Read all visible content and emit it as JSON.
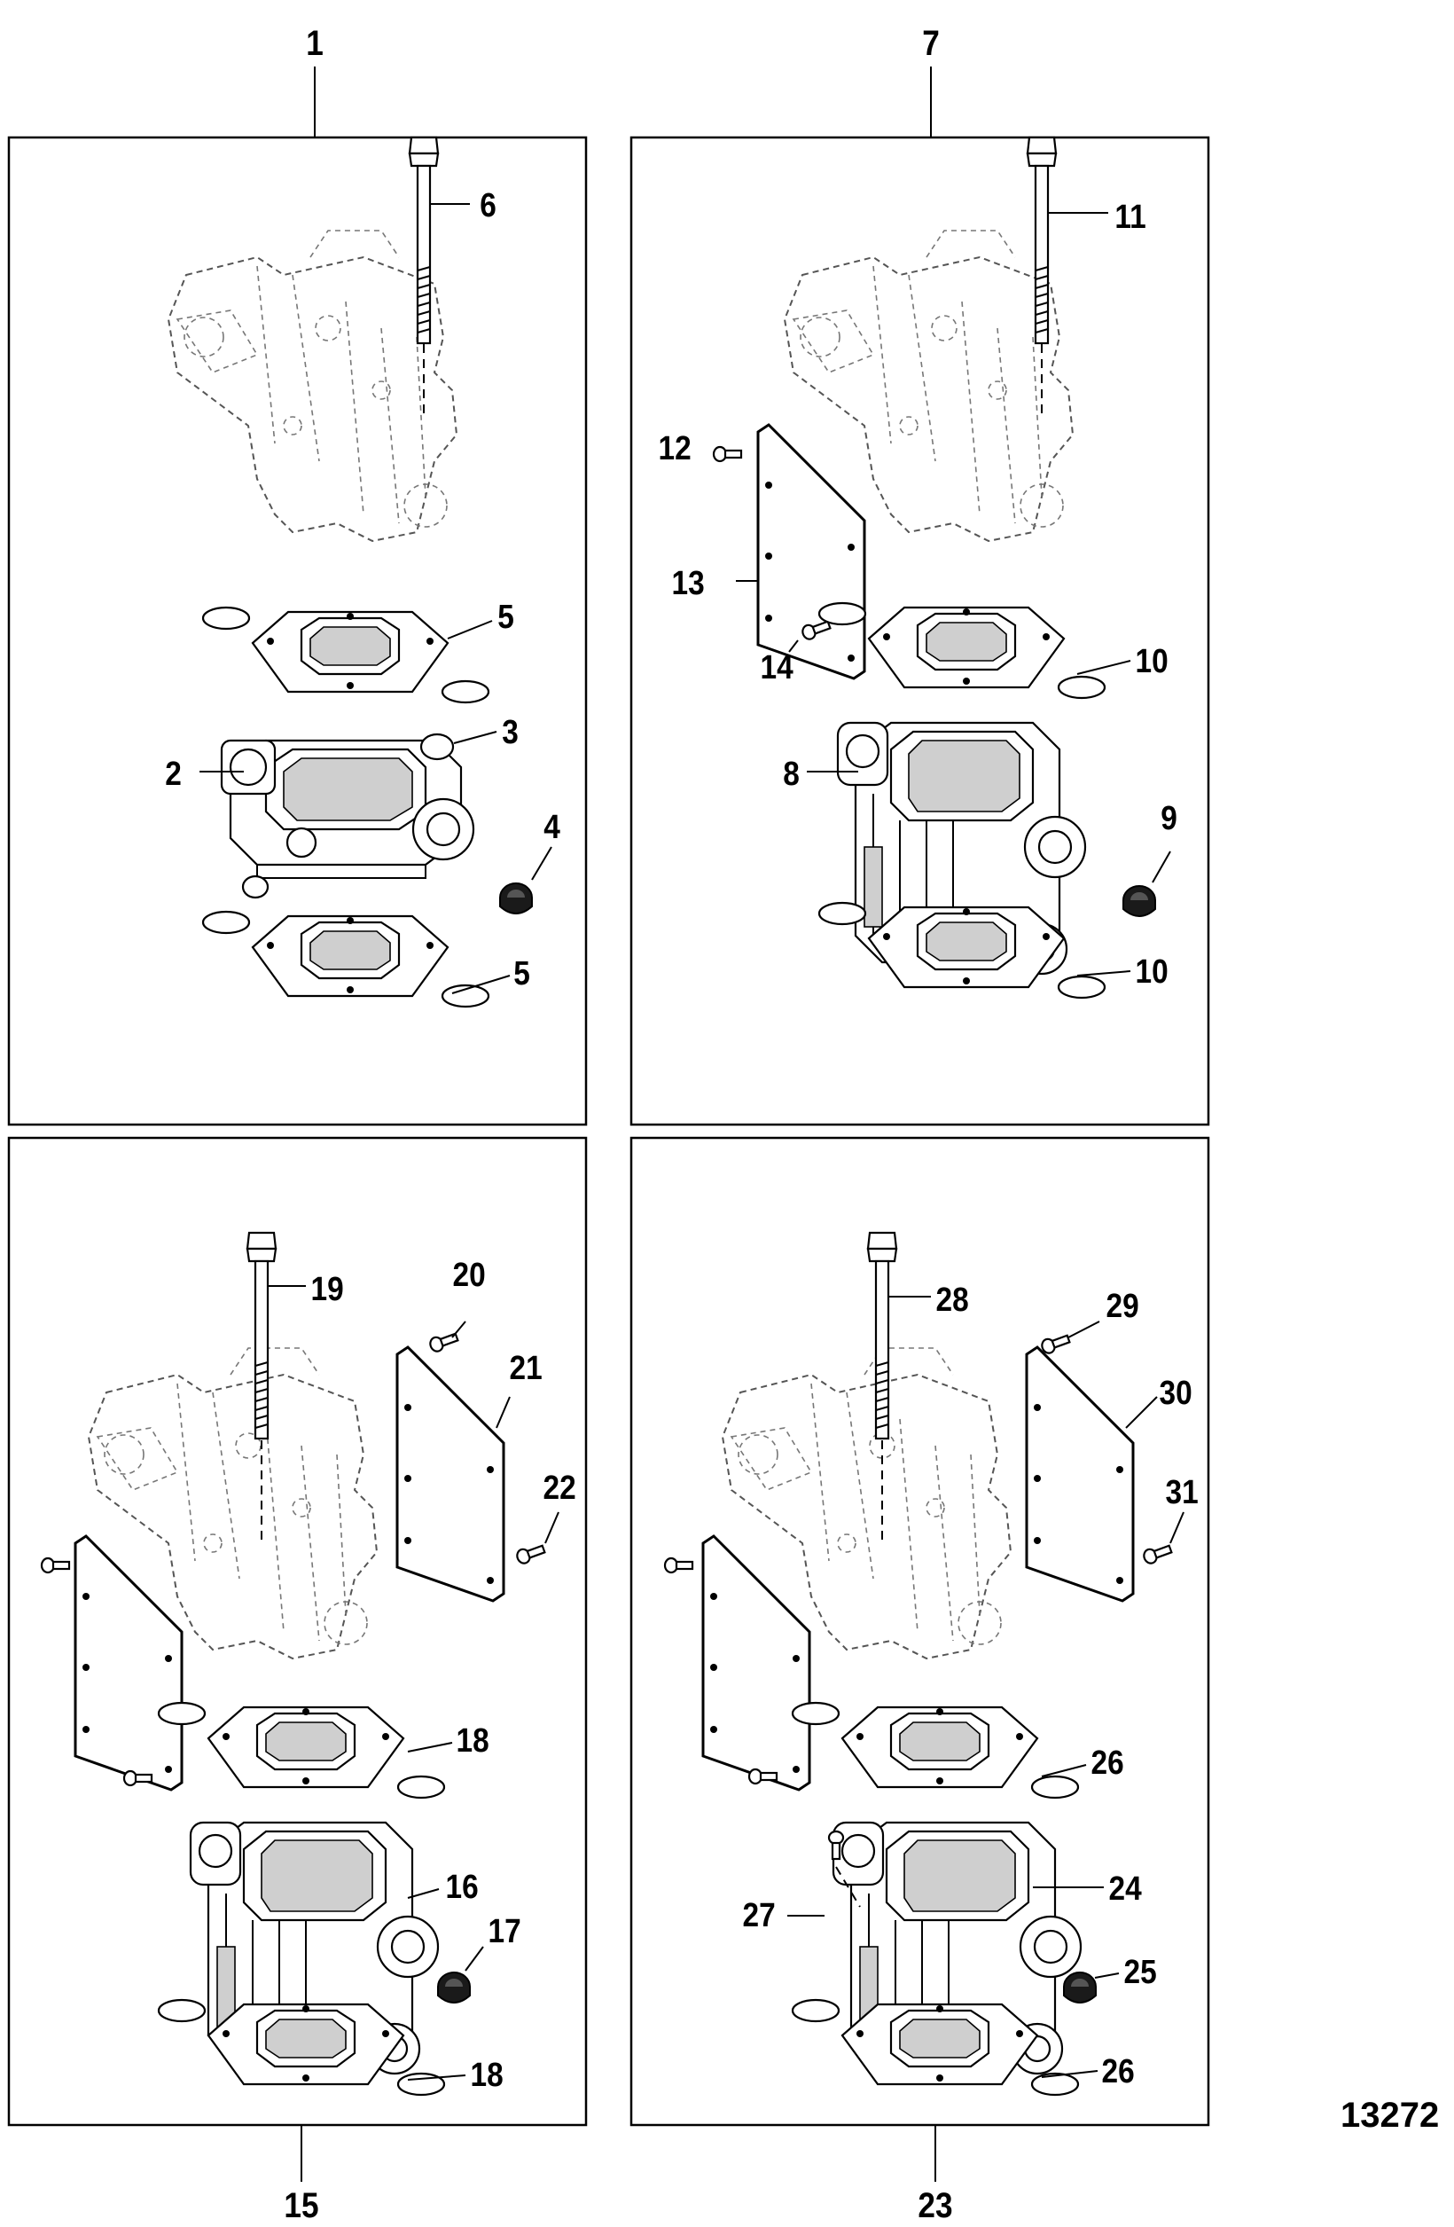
{
  "figure_id": "13272",
  "panels": [
    {
      "label": "1",
      "callouts": [
        {
          "id": "6"
        },
        {
          "id": "5a",
          "text": "5"
        },
        {
          "id": "3"
        },
        {
          "id": "2"
        },
        {
          "id": "4"
        },
        {
          "id": "5b",
          "text": "5"
        }
      ]
    },
    {
      "label": "7",
      "callouts": [
        {
          "id": "11"
        },
        {
          "id": "12"
        },
        {
          "id": "13"
        },
        {
          "id": "14"
        },
        {
          "id": "10a",
          "text": "10"
        },
        {
          "id": "8"
        },
        {
          "id": "9"
        },
        {
          "id": "10b",
          "text": "10"
        }
      ]
    },
    {
      "label": "15",
      "callouts": [
        {
          "id": "19"
        },
        {
          "id": "20"
        },
        {
          "id": "21"
        },
        {
          "id": "22"
        },
        {
          "id": "18a",
          "text": "18"
        },
        {
          "id": "16"
        },
        {
          "id": "17"
        },
        {
          "id": "18b",
          "text": "18"
        }
      ]
    },
    {
      "label": "23",
      "callouts": [
        {
          "id": "28"
        },
        {
          "id": "29"
        },
        {
          "id": "30"
        },
        {
          "id": "31"
        },
        {
          "id": "26a",
          "text": "26"
        },
        {
          "id": "24"
        },
        {
          "id": "27"
        },
        {
          "id": "25"
        },
        {
          "id": "26b",
          "text": "26"
        }
      ]
    }
  ],
  "text": {
    "p1": {
      "label": "1",
      "c6": "6",
      "c5a": "5",
      "c3": "3",
      "c2": "2",
      "c4": "4",
      "c5b": "5"
    },
    "p2": {
      "label": "7",
      "c11": "11",
      "c12": "12",
      "c13": "13",
      "c14": "14",
      "c10a": "10",
      "c8": "8",
      "c9": "9",
      "c10b": "10"
    },
    "p3": {
      "label": "15",
      "c19": "19",
      "c20": "20",
      "c21": "21",
      "c22": "22",
      "c18a": "18",
      "c16": "16",
      "c17": "17",
      "c18b": "18"
    },
    "p4": {
      "label": "23",
      "c28": "28",
      "c29": "29",
      "c30": "30",
      "c31": "31",
      "c26a": "26",
      "c24": "24",
      "c27": "27",
      "c25": "25",
      "c26b": "26"
    },
    "ref": "13272"
  }
}
